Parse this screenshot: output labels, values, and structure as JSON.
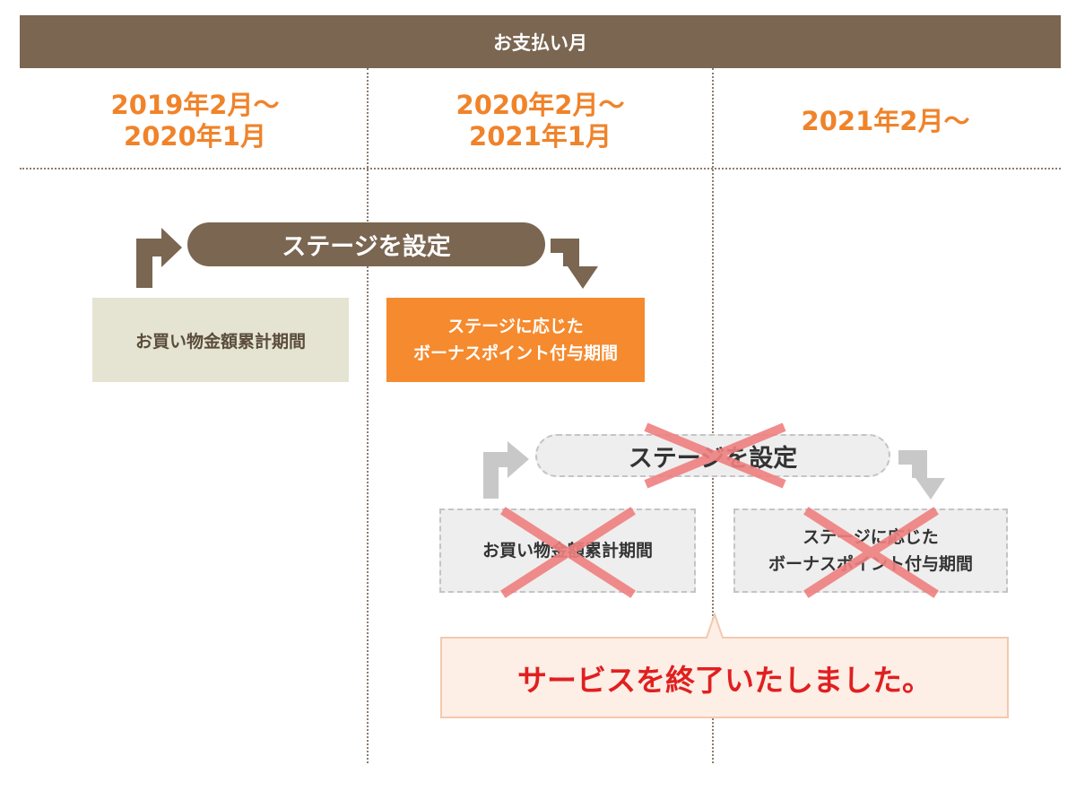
{
  "header": {
    "title": "お支払い月"
  },
  "columns": [
    {
      "label": "2019年2月〜\n2020年1月"
    },
    {
      "label": "2020年2月〜\n2021年1月"
    },
    {
      "label": "2021年2月〜"
    }
  ],
  "active_flow": {
    "stage_label": "ステージを設定",
    "accumulation_period": "お買い物金額累計期間",
    "bonus_period": "ステージに応じた\nボーナスポイント付与期間"
  },
  "cancelled_flow": {
    "stage_label": "ステージを設定",
    "accumulation_period": "お買い物金額累計期間",
    "bonus_period": "ステージに応じた\nボーナスポイント付与期間"
  },
  "notice": {
    "text": "サービスを終了いたしました。"
  },
  "colors": {
    "header_brown": "#7a6651",
    "accent_orange": "#f58a2e",
    "label_orange": "#f0832a",
    "beige": "#e5e4d2",
    "cross_red": "#f08080",
    "notice_red": "#e02020",
    "notice_bg": "#fdeee6"
  }
}
